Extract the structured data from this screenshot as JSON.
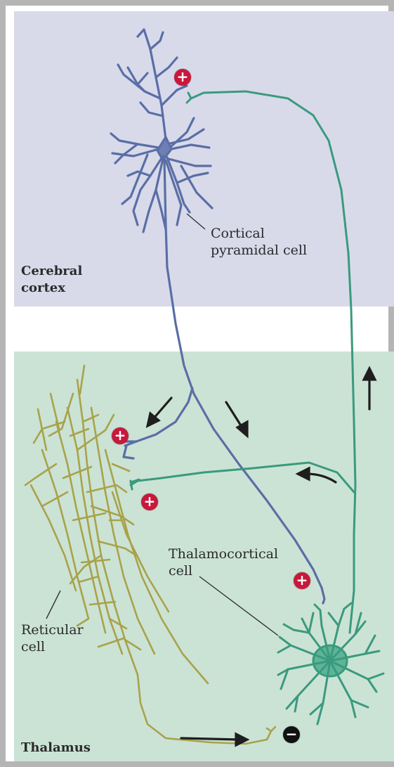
{
  "regions": {
    "cortex": {
      "line1": "Cerebral",
      "line2": "cortex"
    },
    "thalamus": {
      "label": "Thalamus"
    }
  },
  "cells": {
    "pyramidal": {
      "line1": "Cortical",
      "line2": "pyramidal cell"
    },
    "thalamocortical": {
      "line1": "Thalamocortical",
      "line2": "cell"
    },
    "reticular": {
      "line1": "Reticular",
      "line2": "cell"
    }
  },
  "signs": {
    "excitatory": "+",
    "inhibitory": "−"
  },
  "colors": {
    "cortex_bg": "#d8daea",
    "thalamus_bg": "#cbe3d5",
    "pyramidal_cell": "#5a6ea6",
    "thalamocortical_cell": "#3a9a7e",
    "reticular_cell": "#a9a24a",
    "excitatory_sign": "#c8183c",
    "inhibitory_sign": "#111111"
  }
}
